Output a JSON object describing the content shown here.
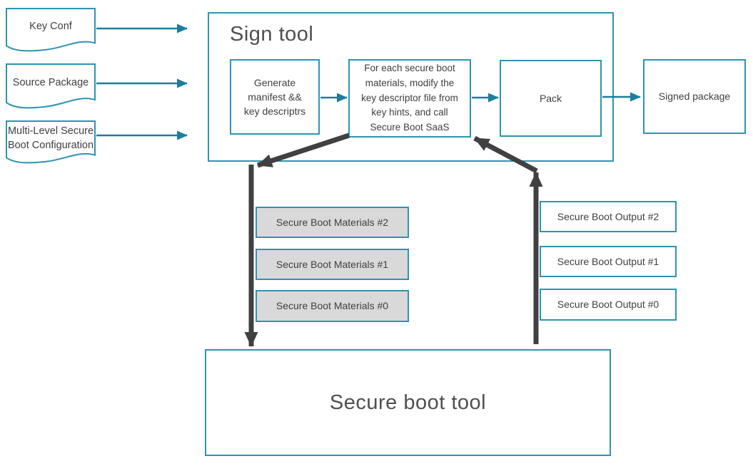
{
  "colors": {
    "teal_border": "#2E93B2",
    "teal_arrow": "#1C7E9E",
    "dark_arrow": "#404042",
    "materials_fill": "#D9D9D9",
    "text": "#3F3F3F"
  },
  "inputs": [
    {
      "label": "Key Conf"
    },
    {
      "label": "Source Package"
    },
    {
      "label": "Multi-Level Secure Boot Configuration"
    }
  ],
  "sign_tool": {
    "title": "Sign tool",
    "steps": {
      "generate": "Generate manifest && key descriptrs",
      "foreach": "For each secure boot materials, modify the key descriptor file from key hints, and call Secure Boot SaaS",
      "pack": "Pack"
    }
  },
  "signed_package": "Signed package",
  "materials": [
    "Secure Boot Materials #2",
    "Secure Boot Materials #1",
    "Secure Boot Materials #0"
  ],
  "outputs": [
    "Secure Boot Output #2",
    "Secure Boot Output #1",
    "Secure Boot Output #0"
  ],
  "secure_boot_tool": {
    "title": "Secure boot tool"
  }
}
